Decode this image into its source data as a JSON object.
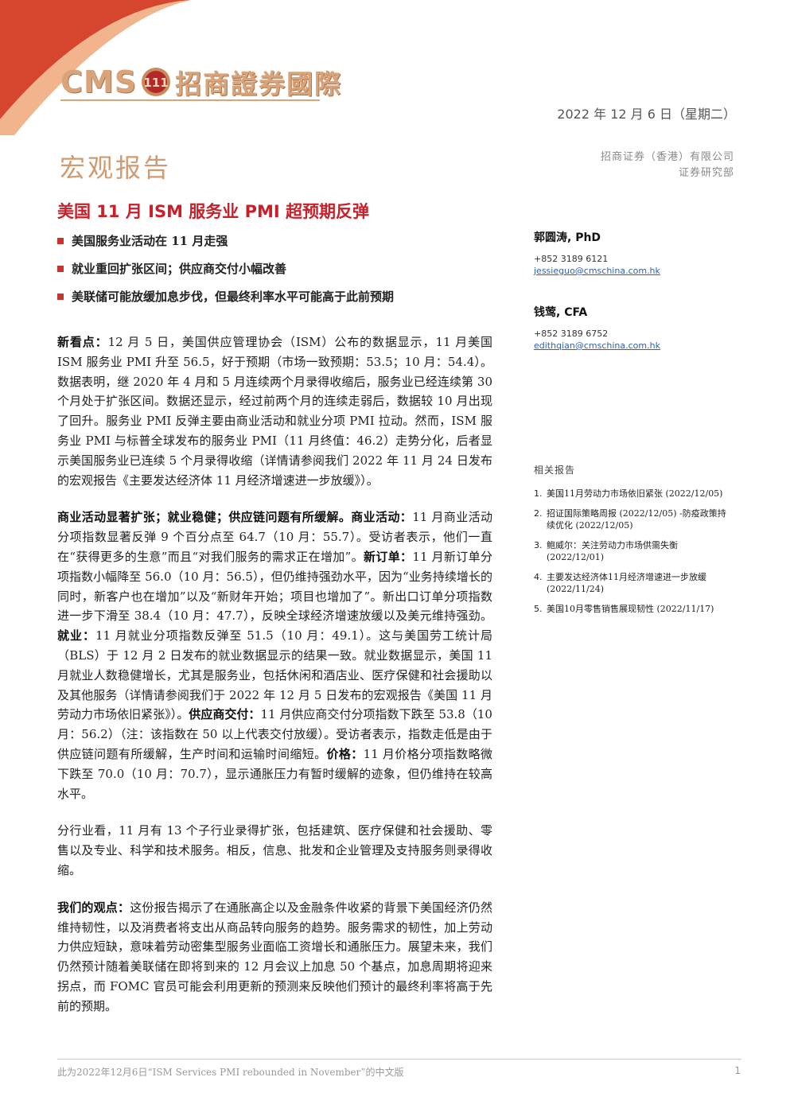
{
  "logo": {
    "brand": "CMS",
    "badge_text": "111",
    "name": "招商證券國際"
  },
  "date": "2022 年 12 月 6 日（星期二）",
  "company": {
    "name": "招商证券（香港）有限公司",
    "dept": "证券研究部"
  },
  "section_title": "宏观报告",
  "headline": "美国 11 月 ISM 服务业 PMI 超预期反弹",
  "bullets": [
    "美国服务业活动在 11 月走强",
    "就业重回扩张区间；供应商交付小幅改善",
    "美联储可能放缓加息步伐，但最终利率水平可能高于此前预期"
  ],
  "p1": {
    "lead": "新看点：",
    "text": "12 月 5 日，美国供应管理协会（ISM）公布的数据显示，11 月美国 ISM 服务业 PMI 升至 56.5，好于预期（市场一致预期：53.5；10 月：54.4）。数据表明，继 2020 年 4 月和 5 月连续两个月录得收缩后，服务业已经连续第 30 个月处于扩张区间。数据还显示，经过前两个月的连续走弱后，数据较 10 月出现了回升。服务业 PMI 反弹主要由商业活动和就业分项 PMI 拉动。然而，ISM 服务业 PMI 与标普全球发布的服务业 PMI（11 月终值：46.2）走势分化，后者显示美国服务业已连续 5 个月录得收缩（详情请参阅我们 2022 年 11 月 24 日发布的宏观报告《主要发达经济体 11 月经济增速进一步放缓》）。"
  },
  "p2": {
    "lead": "商业活动显著扩张；就业稳健；供应链问题有所缓解。",
    "a_label": "商业活动：",
    "a_text": "11 月商业活动分项指数显著反弹 9 个百分点至 64.7（10 月：55.7）。受访者表示，他们一直在“获得更多的生意”而且“对我们服务的需求正在增加”。",
    "b_label": "新订单：",
    "b_text": "11 月新订单分项指数小幅降至 56.0（10 月：56.5），但仍维持强劲水平，因为“业务持续增长的同时，新客户也在增加”以及“新财年开始；项目也增加了”。新出口订单分项指数进一步下滑至 38.4（10 月：47.7），反映全球经济增速放缓以及美元维持强劲。",
    "c_label": "就业：",
    "c_text": "11 月就业分项指数反弹至 51.5（10 月：49.1）。这与美国劳工统计局（BLS）于 12 月 2 日发布的就业数据显示的结果一致。就业数据显示，美国 11 月就业人数稳健增长，尤其是服务业，包括休闲和酒店业、医疗保健和社会援助以及其他服务（详情请参阅我们于 2022 年 12 月 5 日发布的宏观报告《美国 11 月劳动力市场依旧紧张》）。",
    "d_label": "供应商交付：",
    "d_text": "11 月供应商交付分项指数下跌至 53.8（10 月：56.2）（注：该指数在 50 以上代表交付放缓）。受访者表示，指数走低是由于供应链问题有所缓解，生产时间和运输时间缩短。",
    "e_label": "价格：",
    "e_text": "11 月价格分项指数略微下跌至 70.0（10 月：70.7），显示通胀压力有暂时缓解的迹象，但仍维持在较高水平。"
  },
  "p3": "分行业看，11 月有 13 个子行业录得扩张，包括建筑、医疗保健和社会援助、零售以及专业、科学和技术服务。相反，信息、批发和企业管理及支持服务则录得收缩。",
  "p4": {
    "lead": "我们的观点：",
    "text": "这份报告揭示了在通胀高企以及金融条件收紧的背景下美国经济仍然维持韧性，以及消费者将支出从商品转向服务的趋势。服务需求的韧性，加上劳动力供应短缺，意味着劳动密集型服务业面临工资增长和通胀压力。展望未来，我们仍然预计随着美联储在即将到来的 12 月会议上加息 50 个基点，加息周期将迎来拐点，而 FOMC 官员可能会利用更新的预测来反映他们预计的最终利率将高于先前的预期。"
  },
  "authors": [
    {
      "name": "郭圆涛, PhD",
      "phone": "+852 3189 6121",
      "email": "jessieguo@cmschina.com.hk"
    },
    {
      "name": "钱莺, CFA",
      "phone": "+852 3189 6752",
      "email": "edithqian@cmschina.com.hk"
    }
  ],
  "related": {
    "title": "相关报告",
    "items": [
      {
        "num": "1.",
        "text": "美国11月劳动力市场依旧紧张 (2022/12/05)"
      },
      {
        "num": "2.",
        "text": "招证国际策略周报 (2022/12/05) -防疫政策持续优化 (2022/12/05)"
      },
      {
        "num": "3.",
        "text": "鲍威尔：关注劳动力市场供需失衡 (2022/12/01)"
      },
      {
        "num": "4.",
        "text": "主要发达经济体11月经济增速进一步放缓 (2022/11/24)"
      },
      {
        "num": "5.",
        "text": "美国10月零售销售展现韧性 (2022/11/17)"
      }
    ]
  },
  "footer": "此为2022年12月6日“ISM Services PMI rebounded in November”的中文版",
  "page_number": "1",
  "colors": {
    "accent_red": "#c8202a",
    "brand_gold": "#d9a47a",
    "link_blue": "#2f5fb4"
  }
}
